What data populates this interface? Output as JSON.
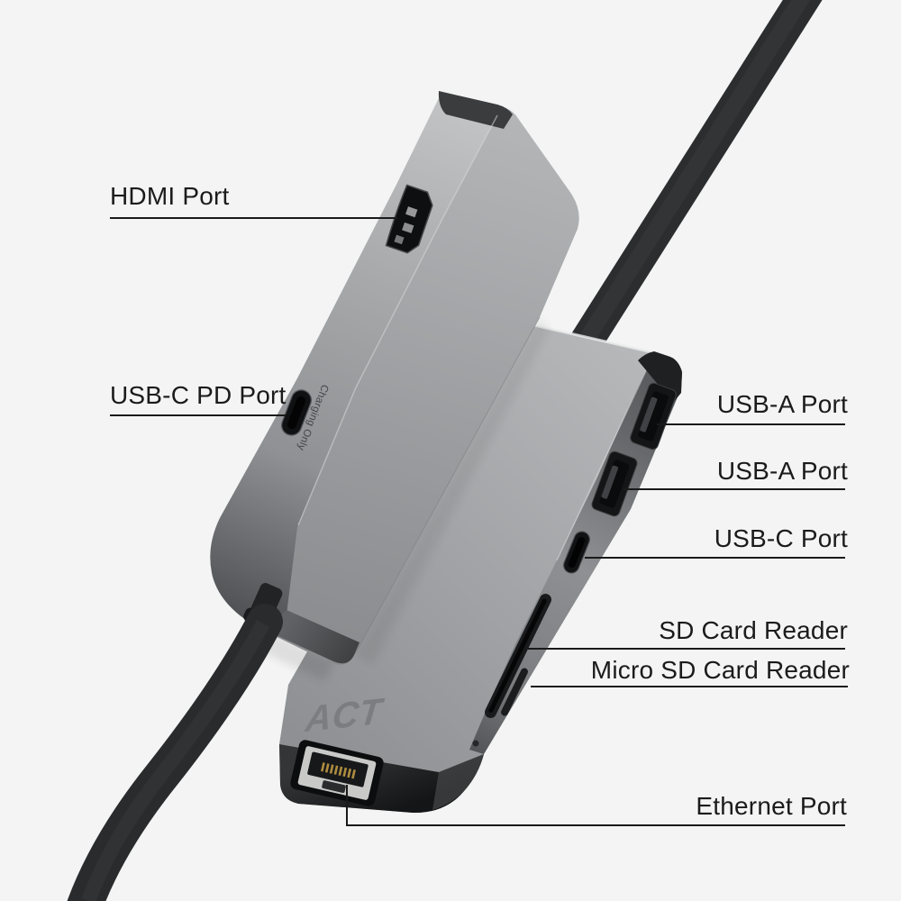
{
  "product": {
    "brand_logo": "ACT",
    "port_edge_label": "Charging Only"
  },
  "callouts": {
    "left": [
      {
        "label": "HDMI Port"
      },
      {
        "label": "USB-C PD Port"
      }
    ],
    "right": [
      {
        "label": "USB-A Port"
      },
      {
        "label": "USB-A Port"
      },
      {
        "label": "USB-C Port"
      },
      {
        "label": "SD Card Reader"
      },
      {
        "label": "Micro SD Card Reader"
      },
      {
        "label": "Ethernet Port"
      }
    ]
  },
  "colors": {
    "background": "#f3f4f3",
    "label_text": "#1b1b1b",
    "callout_line": "#1a1a1a",
    "device_body_light": "#b7b9bb",
    "device_body_dark": "#8a8c8f",
    "device_edge_dark": "#4e5053",
    "port_black": "#141517",
    "cable_black": "#2a2c2e",
    "logo_gray": "#7b7d80",
    "ethernet_insert": "#c9cac8",
    "ethernet_pins_gold": "#ad8c3f"
  }
}
